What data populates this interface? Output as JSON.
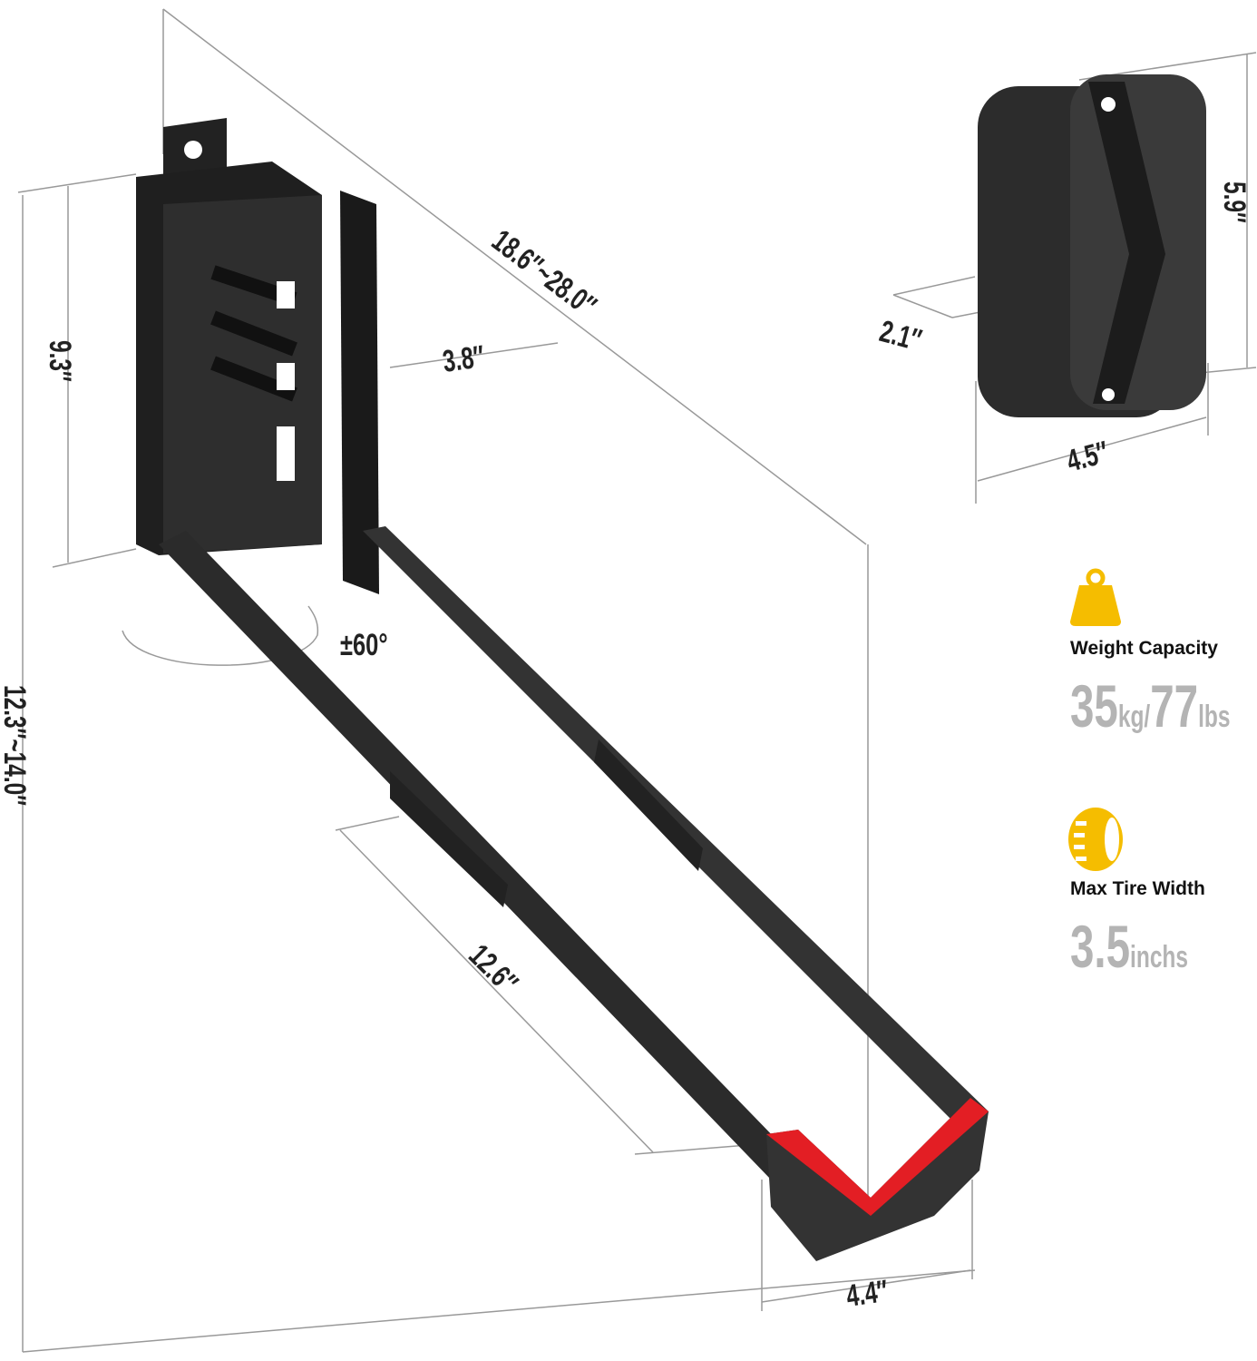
{
  "dimensions": {
    "arm_length": "18.6″~28.0″",
    "bracket_depth": "3.8″",
    "bracket_height": "9.3″",
    "total_height": "12.3″~14.0″",
    "rotation": "±60°",
    "arm_extension": "12.6″",
    "cradle_width": "4.4″",
    "pad_height": "5.9″",
    "pad_depth": "2.1″",
    "pad_width": "4.5″"
  },
  "specs": {
    "weight": {
      "icon": "weight-icon",
      "label": "Weight Capacity",
      "value1": "35",
      "unit1": "kg/",
      "value2": "77",
      "unit2": "lbs"
    },
    "tire": {
      "icon": "tire-icon",
      "label": "Max Tire Width",
      "value": "3.5",
      "unit": "inchs"
    }
  },
  "colors": {
    "accent": "#f5bd00",
    "cradle": "#e31e24",
    "metal": "#2a2a2a",
    "value_gray": "#b4b4b4"
  }
}
